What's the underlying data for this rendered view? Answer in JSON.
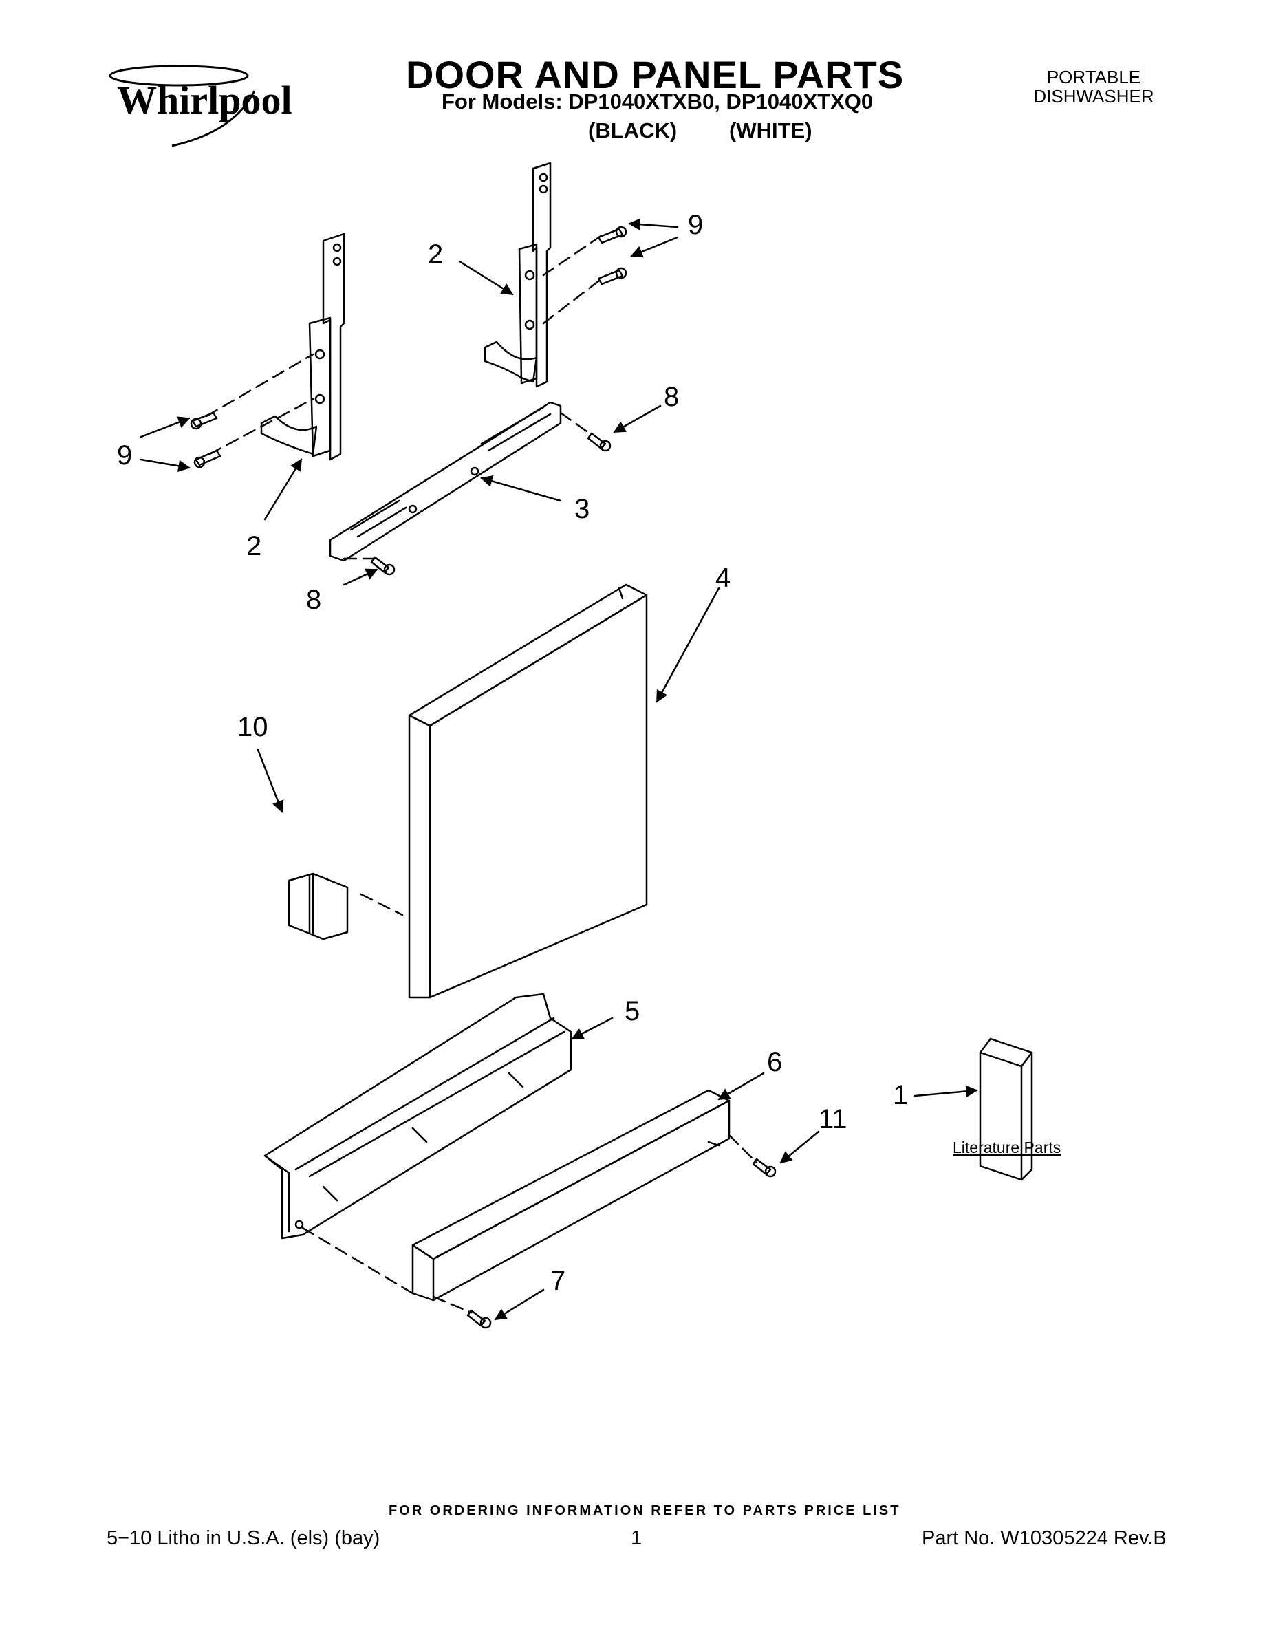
{
  "header": {
    "logo": "Whirlpool",
    "title": "DOOR AND PANEL PARTS",
    "models_line": "For Models: DP1040XTXB0, DP1040XTXQ0",
    "color_black": "(BLACK)",
    "color_white": "(WHITE)",
    "product_line1": "PORTABLE",
    "product_line2": "DISHWASHER"
  },
  "callouts": {
    "c2_top": "2",
    "c9_top": "9",
    "c8_right": "8",
    "c9_left": "9",
    "c3": "3",
    "c2_bottom": "2",
    "c8_left": "8",
    "c4": "4",
    "c10": "10",
    "c5": "5",
    "c6": "6",
    "c1": "1",
    "c11": "11",
    "c7": "7"
  },
  "literature_label": "Literature Parts",
  "footer": {
    "ordering_note": "FOR ORDERING INFORMATION REFER TO PARTS PRICE LIST",
    "litho": "5−10 Litho in U.S.A. (els) (bay)",
    "page_number": "1",
    "part_number": "Part No. W10305224 Rev.B"
  }
}
